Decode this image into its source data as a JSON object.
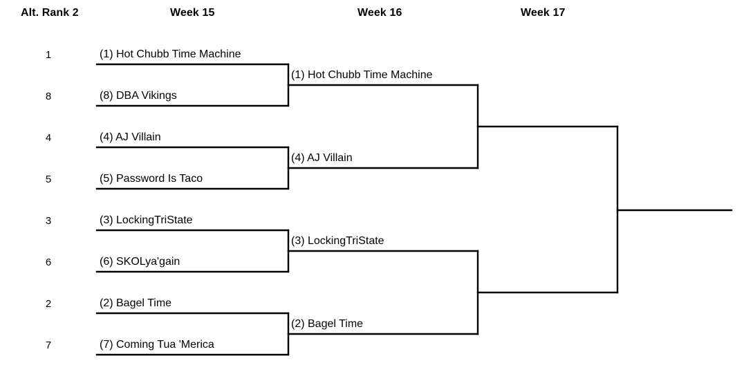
{
  "headers": {
    "rank": "Alt. Rank 2",
    "week15": "Week 15",
    "week16": "Week 16",
    "week17": "Week 17"
  },
  "ranks": [
    "1",
    "8",
    "4",
    "5",
    "3",
    "6",
    "2",
    "7"
  ],
  "rounds": {
    "week15": [
      "(1) Hot Chubb Time Machine",
      "(8) DBA Vikings",
      "(4) AJ Villain",
      "(5) Password Is Taco",
      "(3) LockingTriState",
      "(6) SKOLya'gain",
      "(2) Bagel Time",
      "(7) Coming Tua 'Merica"
    ],
    "week16": [
      "(1) Hot Chubb Time Machine",
      "(4) AJ Villain",
      "(3) LockingTriState",
      "(2) Bagel Time"
    ],
    "week17": [
      ""
    ]
  },
  "colors": {
    "line": "#000000",
    "text": "#000000",
    "background": "#ffffff"
  }
}
